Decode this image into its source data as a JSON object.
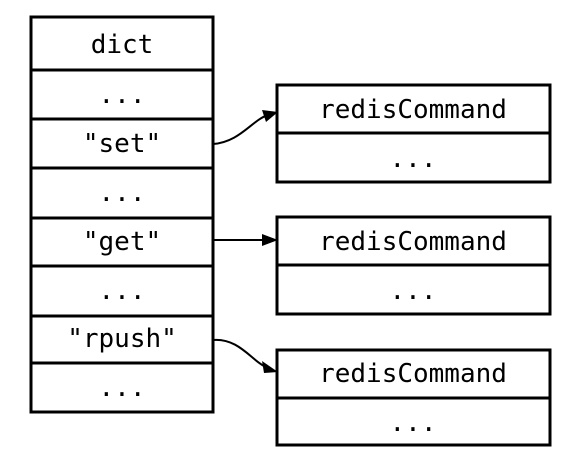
{
  "dict": {
    "cells": [
      "dict",
      "...",
      "\"set\"",
      "...",
      "\"get\"",
      "...",
      "\"rpush\"",
      "..."
    ]
  },
  "commands": [
    {
      "title": "redisCommand",
      "body": "..."
    },
    {
      "title": "redisCommand",
      "body": "..."
    },
    {
      "title": "redisCommand",
      "body": "..."
    }
  ],
  "colors": {
    "line": "#000000",
    "background": "#ffffff"
  }
}
